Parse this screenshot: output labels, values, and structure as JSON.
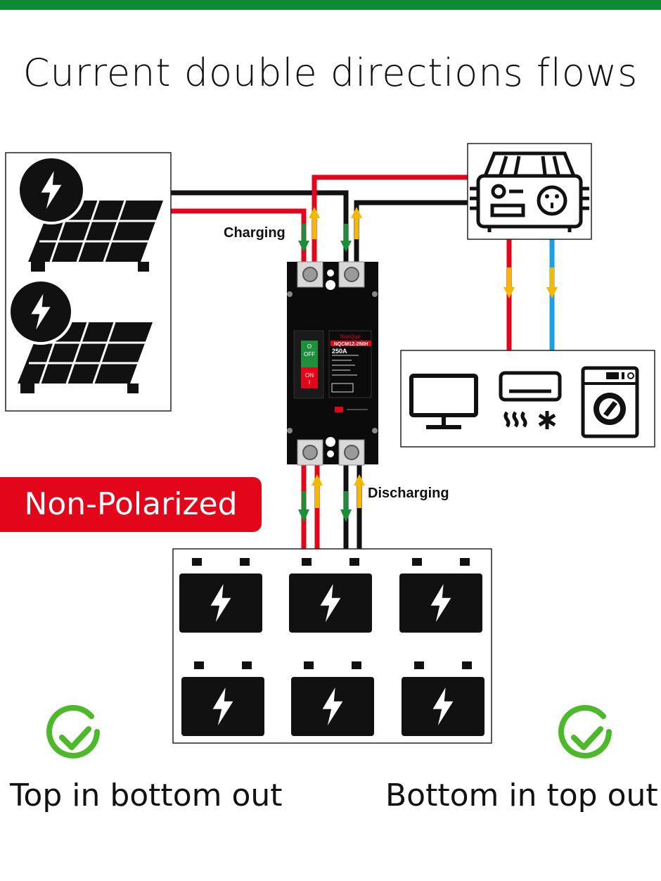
{
  "header": {
    "title": "Current double directions flows"
  },
  "labels": {
    "charging": "Charging",
    "discharging": "Discharging"
  },
  "badge": {
    "text": "Non-Polarized"
  },
  "breaker": {
    "brand": "NanQue",
    "model": "NQCM1Z-250H",
    "rating": "250A",
    "off_label_o": "O",
    "off_label": "OFF",
    "on_label": "ON",
    "on_label_i": "I"
  },
  "footer": {
    "left": "Top in bottom out",
    "right": "Bottom in top out"
  },
  "colors": {
    "brand_green": "#0d8a32",
    "wire_red": "#e3051a",
    "wire_black": "#111111",
    "wire_blue": "#1e9ee6",
    "arrow_green": "#1a8f3a",
    "arrow_yellow": "#f5b800",
    "badge_red": "#e3051a"
  },
  "icons": [
    "solar-panel-icon",
    "lightning-icon",
    "inverter-icon",
    "monitor-icon",
    "air-conditioner-icon",
    "washing-machine-icon",
    "battery-icon",
    "check-circle-icon"
  ]
}
